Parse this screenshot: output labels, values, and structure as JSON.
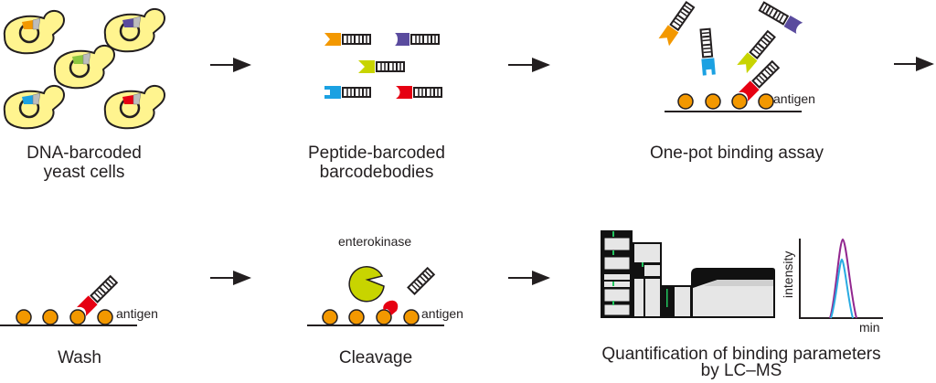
{
  "steps": [
    {
      "id": "yeast",
      "label_line1": "DNA-barcoded",
      "label_line2": "yeast cells"
    },
    {
      "id": "barcodebodies",
      "label_line1": "Peptide-barcoded",
      "label_line2": "barcodebodies"
    },
    {
      "id": "binding",
      "label_line1": "One-pot binding assay"
    },
    {
      "id": "wash",
      "label_line1": "Wash"
    },
    {
      "id": "cleavage",
      "label_line1": "Cleavage"
    },
    {
      "id": "quant",
      "label_line1": "Quantification of binding parameters",
      "label_line2": "by LC–MS"
    }
  ],
  "annotations": {
    "antigen_binding": "antigen",
    "antigen_wash": "antigen",
    "antigen_cleavage": "antigen",
    "enzyme": "enterokinase",
    "plot_ylabel": "intensity",
    "plot_xlabel": "min"
  },
  "colors": {
    "orange": "#f39800",
    "purple": "#5a4b9e",
    "green": "#8cc63f",
    "lime": "#c8d400",
    "blue": "#1ba1e2",
    "red": "#e60012",
    "yeast": "#fff48f",
    "bead": "#f39800",
    "peak_purple": "#92278f",
    "peak_blue": "#29abe2"
  }
}
